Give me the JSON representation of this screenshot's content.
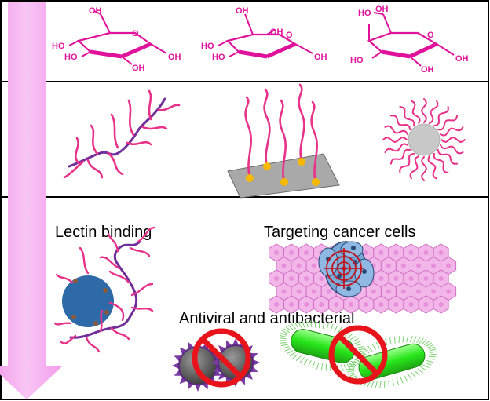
{
  "panels": {
    "sugars": {
      "molecule_1": {
        "labels": [
          "OH",
          "O",
          "HO",
          "HO",
          "OH",
          "OH"
        ]
      },
      "molecule_2": {
        "labels": [
          "OH",
          "OH",
          "O",
          "HO",
          "HO",
          "OH"
        ]
      },
      "molecule_3": {
        "labels": [
          "HO",
          "OH",
          "O",
          "HO",
          "OH",
          "OH"
        ]
      }
    },
    "applications": {
      "lectin_binding": "Lectin binding",
      "targeting_cancer": "Targeting cancer cells",
      "antiviral_antibacterial": "Antiviral and antibacterial"
    }
  },
  "colors": {
    "sugar": "#e0119a",
    "chain_pink": "#e8328a",
    "backbone_purple": "#6f2e9a",
    "arrow": "#f8b4f4",
    "lectin_blue": "#2e6aa8",
    "nanoparticle_grey": "#c8c8c8",
    "surface_grey": "#a9a9a9",
    "anchor_yellow": "#f6b800",
    "cancer_pink": "#f3b6e9",
    "cancer_blue": "#7aa9d8",
    "prohibit_red": "#e8141b",
    "bacteria_green": "#3df02a",
    "virus_purple": "#7a3aa3"
  }
}
